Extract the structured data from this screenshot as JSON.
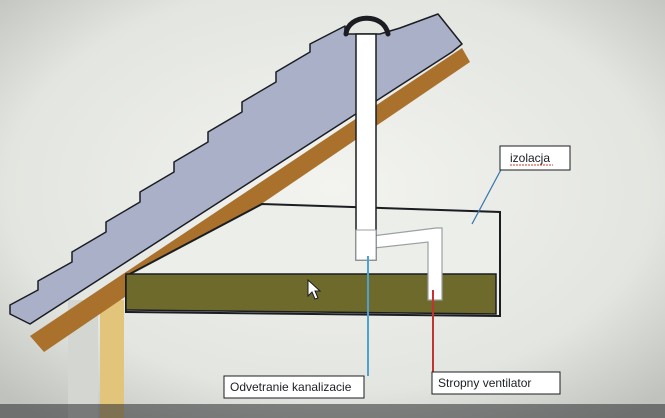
{
  "labels": {
    "insulation": "izolacja",
    "sewer_vent": "Odvetranie kanalizacie",
    "ceiling_fan": "Stropny ventilator"
  },
  "colors": {
    "roof_tiles": "#aab0c8",
    "roof_board": "#a9712c",
    "insulation_layer": "#6d6a2c",
    "post": "#e5c77f",
    "pipe": "#ffffff",
    "sewer_line": "#4fa2d0",
    "fan_line": "#c0352f",
    "outline": "#1b1d22",
    "arrow_line": "#3f78b0"
  },
  "icons": {
    "cursor": "mouse-pointer-icon",
    "vent_cap": "vent-cap-icon"
  }
}
